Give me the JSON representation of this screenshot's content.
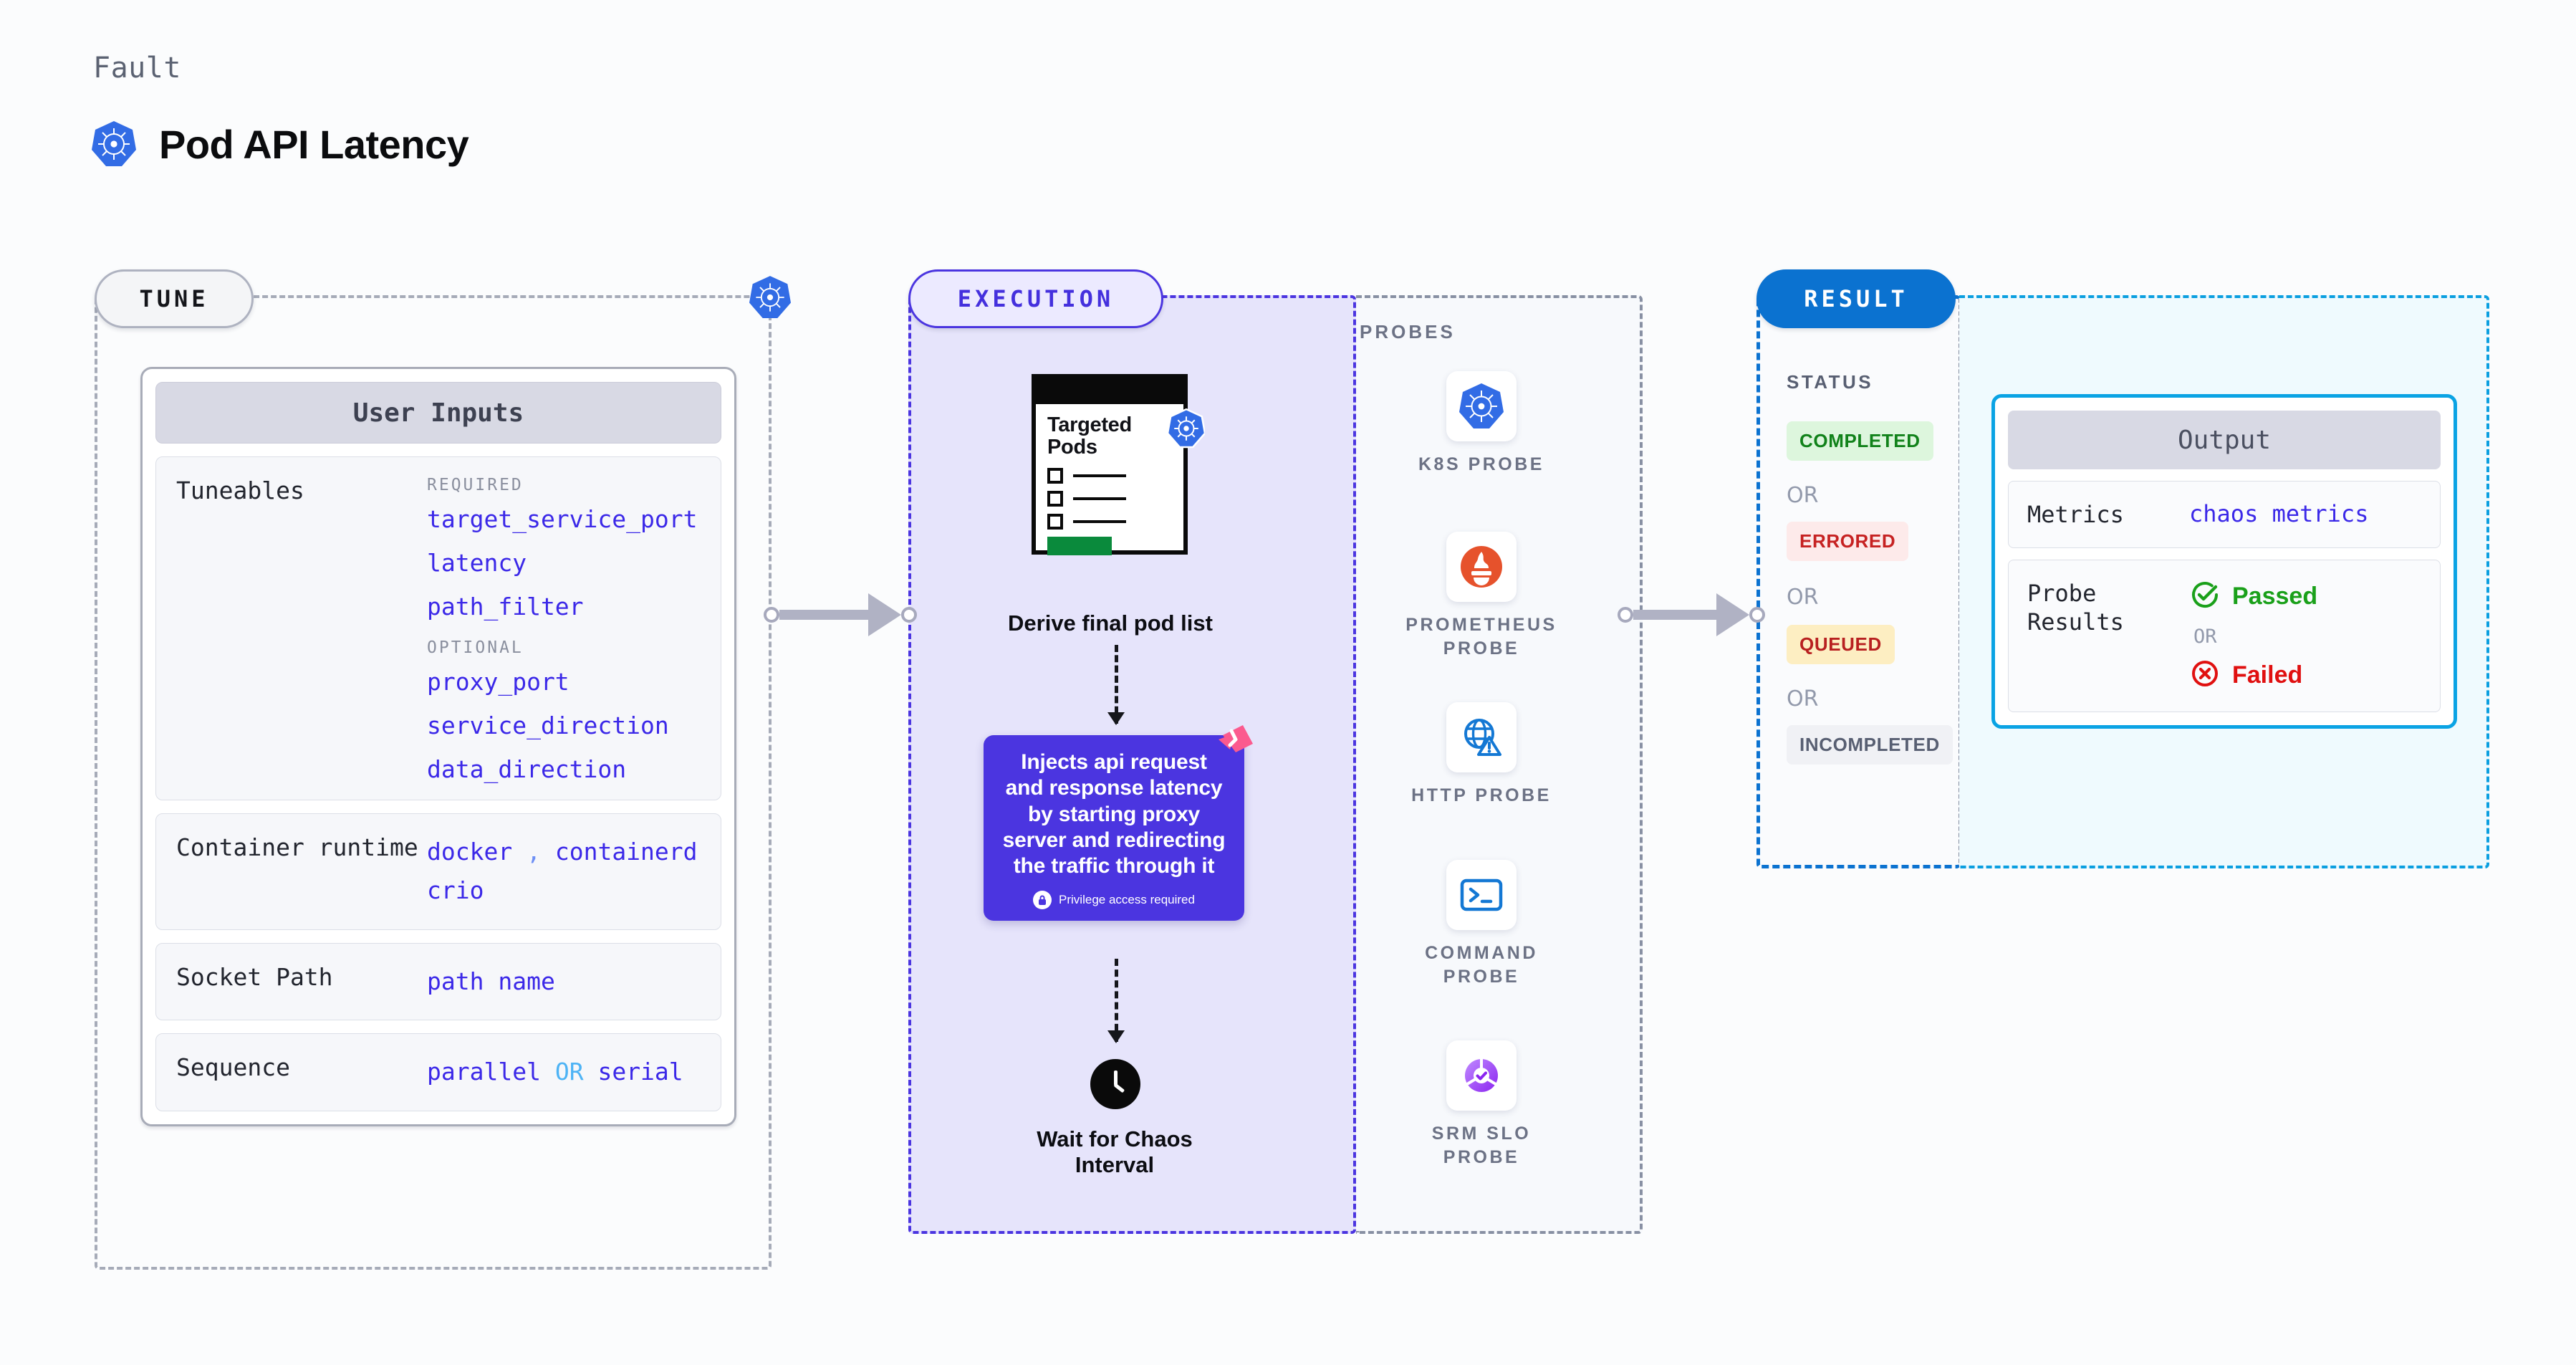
{
  "header": {
    "kicker": "Fault",
    "title": "Pod API Latency",
    "icon": "kubernetes-icon"
  },
  "sections": {
    "tune": {
      "pill": "TUNE"
    },
    "execution": {
      "pill": "EXECUTION"
    },
    "result": {
      "pill": "RESULT"
    }
  },
  "tune": {
    "card_title": "User Inputs",
    "tuneables": {
      "label": "Tuneables",
      "required_label": "REQUIRED",
      "required": [
        "target_service_port",
        "latency",
        "path_filter"
      ],
      "optional_label": "OPTIONAL",
      "optional": [
        "proxy_port",
        "service_direction",
        "data_direction"
      ]
    },
    "container_runtime": {
      "label": "Container runtime",
      "values_line1": "docker",
      "separator": ",",
      "values_line1b": "containerd",
      "values_line2": "crio"
    },
    "socket_path": {
      "label": "Socket Path",
      "value": "path name"
    },
    "sequence": {
      "label": "Sequence",
      "value_a": "parallel",
      "or": "OR",
      "value_b": "serial"
    }
  },
  "execution": {
    "pods_doc": {
      "title_line1": "Targeted",
      "title_line2": "Pods",
      "badge_icon": "kubernetes-icon"
    },
    "derive_caption": "Derive final pod list",
    "inject_card": {
      "text": "Injects api request and response latency by starting proxy server and redirecting the traffic through it",
      "privilege_note": "Privilege access required",
      "privilege_icon": "lock-icon",
      "corner_icon": "litmus-logo-icon",
      "color": "#4b35e0"
    },
    "wait_caption_line1": "Wait for Chaos",
    "wait_caption_line2": "Interval",
    "wait_icon": "clock-icon"
  },
  "probes": {
    "title": "PROBES",
    "items": [
      {
        "label_line1": "K8S  PROBE",
        "label_line2": "",
        "icon": "kubernetes-icon"
      },
      {
        "label_line1": "PROMETHEUS",
        "label_line2": "PROBE",
        "icon": "prometheus-icon"
      },
      {
        "label_line1": "HTTP  PROBE",
        "label_line2": "",
        "icon": "http-globe-warning-icon"
      },
      {
        "label_line1": "COMMAND",
        "label_line2": "PROBE",
        "icon": "terminal-icon"
      },
      {
        "label_line1": "SRM  SLO",
        "label_line2": "PROBE",
        "icon": "srm-slo-icon"
      }
    ]
  },
  "result": {
    "status_title": "STATUS",
    "or_label": "OR",
    "statuses": [
      {
        "label": "COMPLETED",
        "bg": "#ddf6dd",
        "fg": "#11821a"
      },
      {
        "label": "ERRORED",
        "bg": "#fdeaea",
        "fg": "#c62222"
      },
      {
        "label": "QUEUED",
        "bg": "#fdeec2",
        "fg": "#b82020"
      },
      {
        "label": "INCOMPLETED",
        "bg": "#f0f1f5",
        "fg": "#585f72"
      }
    ],
    "output": {
      "card_title": "Output",
      "metrics_label": "Metrics",
      "metrics_value": "chaos metrics",
      "probe_results_label": "Probe Results",
      "passed": "Passed",
      "failed": "Failed",
      "or": "OR",
      "passed_icon": "check-circle-icon",
      "failed_icon": "x-circle-icon"
    }
  }
}
